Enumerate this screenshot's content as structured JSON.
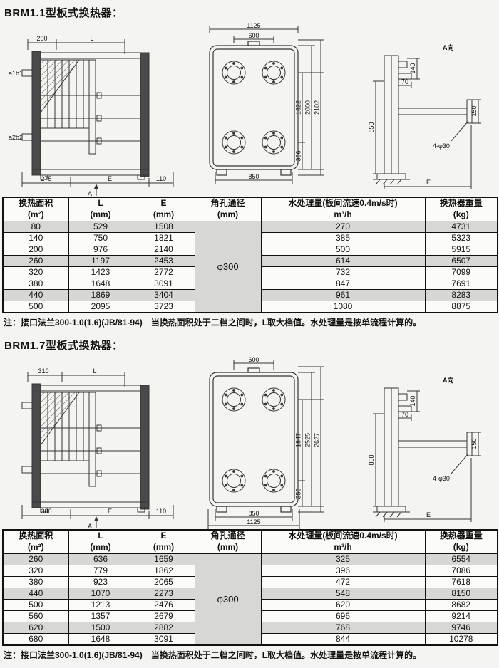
{
  "sections": [
    {
      "title": "BRM1.1型板式换热器：",
      "left": {
        "dim_top1": "200",
        "dim_topL": "L",
        "label_a1": "a1b1",
        "label_a2": "a2b2",
        "dim_b1": "275",
        "dim_bE": "E",
        "dim_b2": "110",
        "view_label": "A"
      },
      "mid": {
        "dim_w_outer": "1125",
        "dim_w_inner": "600",
        "dim_v1": "1822",
        "dim_v2": "2000",
        "dim_v3": "2102",
        "dim_v356": "356",
        "dim_b850": "850"
      },
      "right": {
        "view_label": "A向",
        "dim_140": "140",
        "dim_70": "70",
        "dim_850": "850",
        "dim_150": "150",
        "holes_label": "4-φ30",
        "dim_E": "E"
      },
      "table": {
        "headers": {
          "area_1": "换热面积",
          "area_2": "(m²)",
          "l_1": "L",
          "l_2": "(mm)",
          "e_1": "E",
          "e_2": "(mm)",
          "hole_1": "角孔通径",
          "hole_2": "(mm)",
          "water_1": "水处理量(板间流速0.4m/s时)",
          "water_2": "m³/h",
          "weight_1": "换热器重量",
          "weight_2": "(kg)"
        },
        "hole_diameter": "φ300",
        "rows": [
          {
            "area": "80",
            "l": "529",
            "e": "1508",
            "water": "270",
            "weight": "4731"
          },
          {
            "area": "140",
            "l": "750",
            "e": "1821",
            "water": "385",
            "weight": "5323"
          },
          {
            "area": "200",
            "l": "976",
            "e": "2140",
            "water": "500",
            "weight": "5915"
          },
          {
            "area": "260",
            "l": "1197",
            "e": "2453",
            "water": "614",
            "weight": "6507"
          },
          {
            "area": "320",
            "l": "1423",
            "e": "2772",
            "water": "732",
            "weight": "7099"
          },
          {
            "area": "380",
            "l": "1648",
            "e": "3091",
            "water": "847",
            "weight": "7691"
          },
          {
            "area": "440",
            "l": "1869",
            "e": "3404",
            "water": "961",
            "weight": "8283"
          },
          {
            "area": "500",
            "l": "2095",
            "e": "3723",
            "water": "1080",
            "weight": "8875"
          }
        ]
      },
      "note": "注：接口法兰300-1.0(1.6)(JB/81-94)　当换热面积处于二档之间时，L取大档值。水处理量是按单流程计算的。"
    },
    {
      "title": "BRM1.7型板式换热器：",
      "left": {
        "dim_top1": "310",
        "dim_topL": "L",
        "dim_b1": "380",
        "dim_bE": "E",
        "dim_b2": "110",
        "view_label": "A"
      },
      "mid": {
        "dim_w_inner": "600",
        "dim_v1": "1847",
        "dim_v2": "2525",
        "dim_v3": "2627",
        "dim_v356": "356",
        "dim_b850": "850",
        "dim_b1125": "1125"
      },
      "right": {
        "view_label": "A向",
        "dim_140": "140",
        "dim_70": "70",
        "dim_850": "850",
        "dim_150": "150",
        "holes_label": "4-φ30",
        "dim_E": "E"
      },
      "table": {
        "headers": {
          "area_1": "换热面积",
          "area_2": "(m²)",
          "l_1": "L",
          "l_2": "(mm)",
          "e_1": "E",
          "e_2": "(mm)",
          "hole_1": "角孔通径",
          "hole_2": "(mm)",
          "water_1": "水处理量(板间流速0.4m/s时)",
          "water_2": "m³/h",
          "weight_1": "换热器重量",
          "weight_2": "(kg)"
        },
        "hole_diameter": "φ300",
        "rows": [
          {
            "area": "260",
            "l": "636",
            "e": "1659",
            "water": "325",
            "weight": "6554"
          },
          {
            "area": "320",
            "l": "779",
            "e": "1862",
            "water": "396",
            "weight": "7086"
          },
          {
            "area": "380",
            "l": "923",
            "e": "2065",
            "water": "472",
            "weight": "7618"
          },
          {
            "area": "440",
            "l": "1070",
            "e": "2273",
            "water": "548",
            "weight": "8150"
          },
          {
            "area": "500",
            "l": "1213",
            "e": "2476",
            "water": "620",
            "weight": "8682"
          },
          {
            "area": "560",
            "l": "1357",
            "e": "2679",
            "water": "696",
            "weight": "9214"
          },
          {
            "area": "620",
            "l": "1500",
            "e": "2882",
            "water": "768",
            "weight": "9746"
          },
          {
            "area": "680",
            "l": "1648",
            "e": "3091",
            "water": "844",
            "weight": "10278"
          }
        ]
      },
      "note": "注：接口法兰300-1.0(1.6)(JB/81-94)　当换热面积处于二档之间时，L取大档值。水处理量是按单流程计算的。"
    }
  ]
}
